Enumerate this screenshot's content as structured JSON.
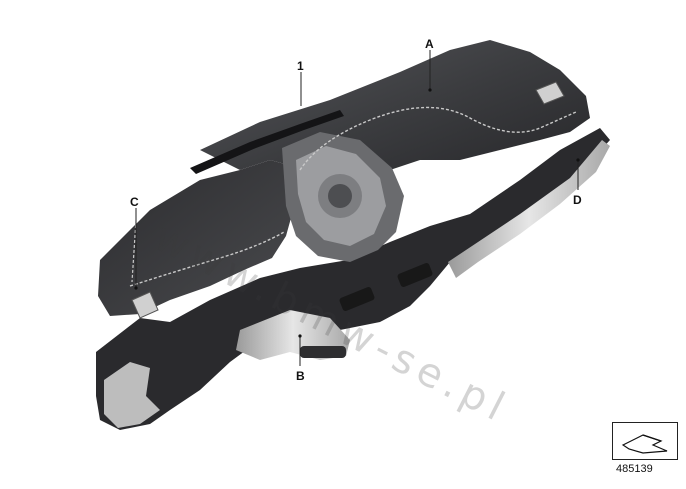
{
  "diagram": {
    "callouts": [
      {
        "id": "1",
        "label": "1"
      },
      {
        "id": "A",
        "label": "A"
      },
      {
        "id": "B",
        "label": "B"
      },
      {
        "id": "C",
        "label": "C"
      },
      {
        "id": "D",
        "label": "D"
      }
    ],
    "watermark": "www.bmw-se.pl",
    "image_number": "485139",
    "colors": {
      "panel": "#3a3a3c",
      "panel_dark": "#1e1e20",
      "stitch": "#c9c9c9",
      "frame_silver": "#b8b8b8",
      "trim_light": "#d9d9d9"
    },
    "icons": [
      "dashboard-illustration",
      "view-direction-arrow-icon"
    ]
  }
}
